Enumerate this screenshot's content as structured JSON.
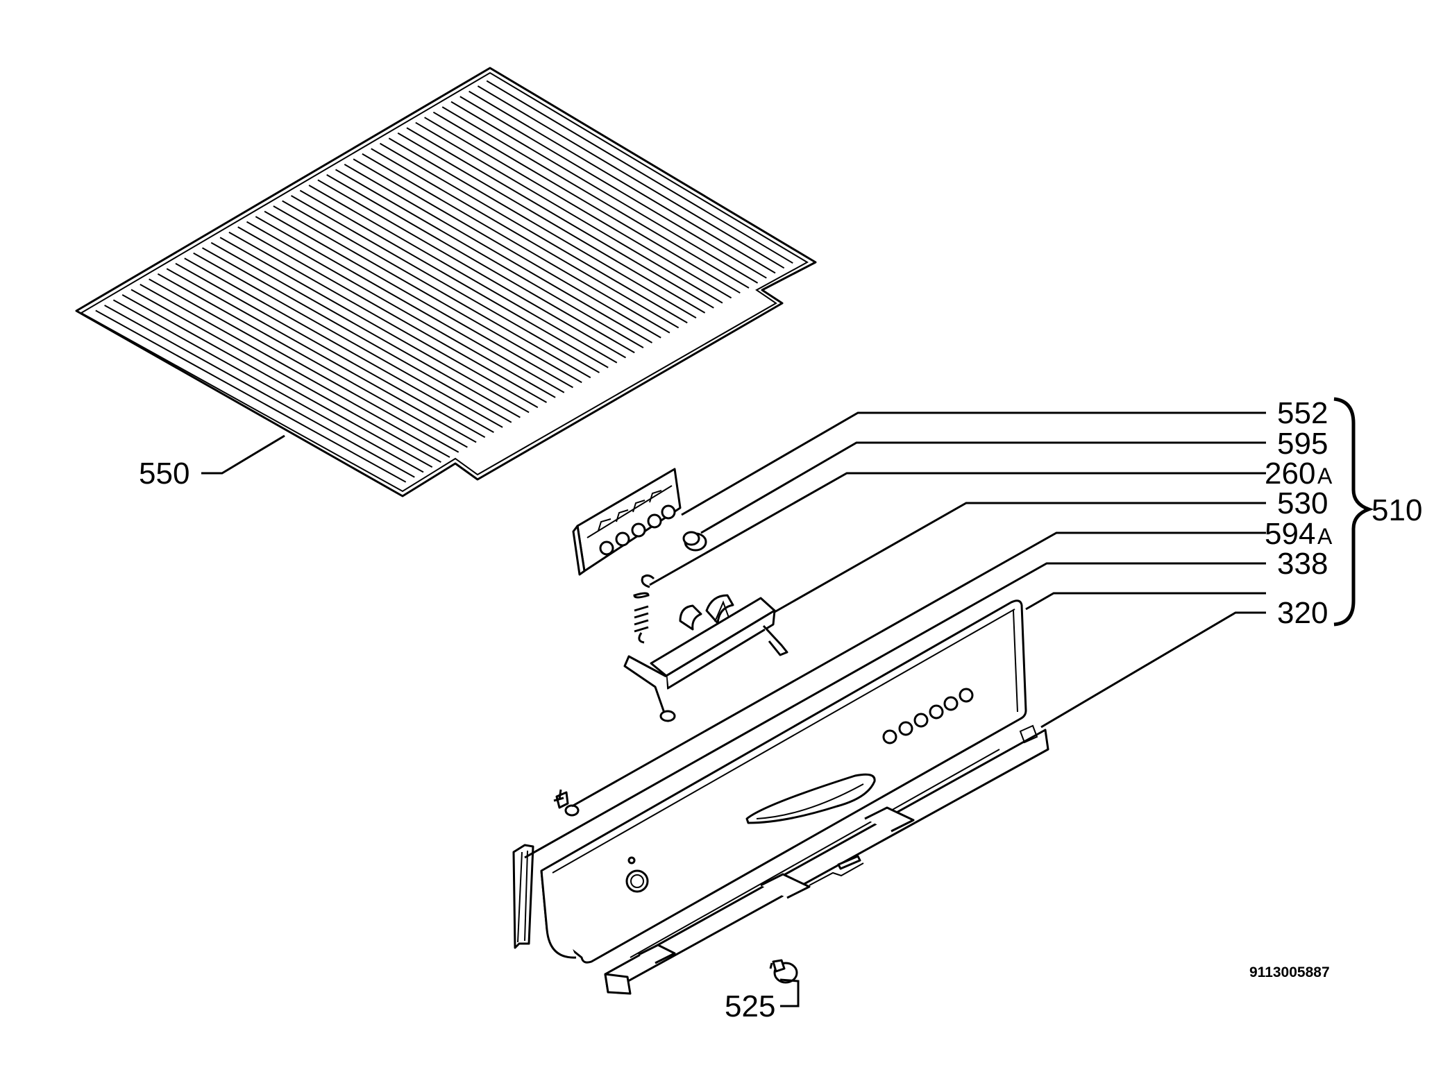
{
  "diagram": {
    "parts": {
      "p550": "550",
      "p552": "552",
      "p595": "595",
      "p260": "260",
      "p260_suffix": "A",
      "p530": "530",
      "p594": "594",
      "p594_suffix": "A",
      "p338": "338",
      "p320": "320",
      "p510": "510",
      "p525": "525"
    },
    "document_number": "9113005887"
  }
}
